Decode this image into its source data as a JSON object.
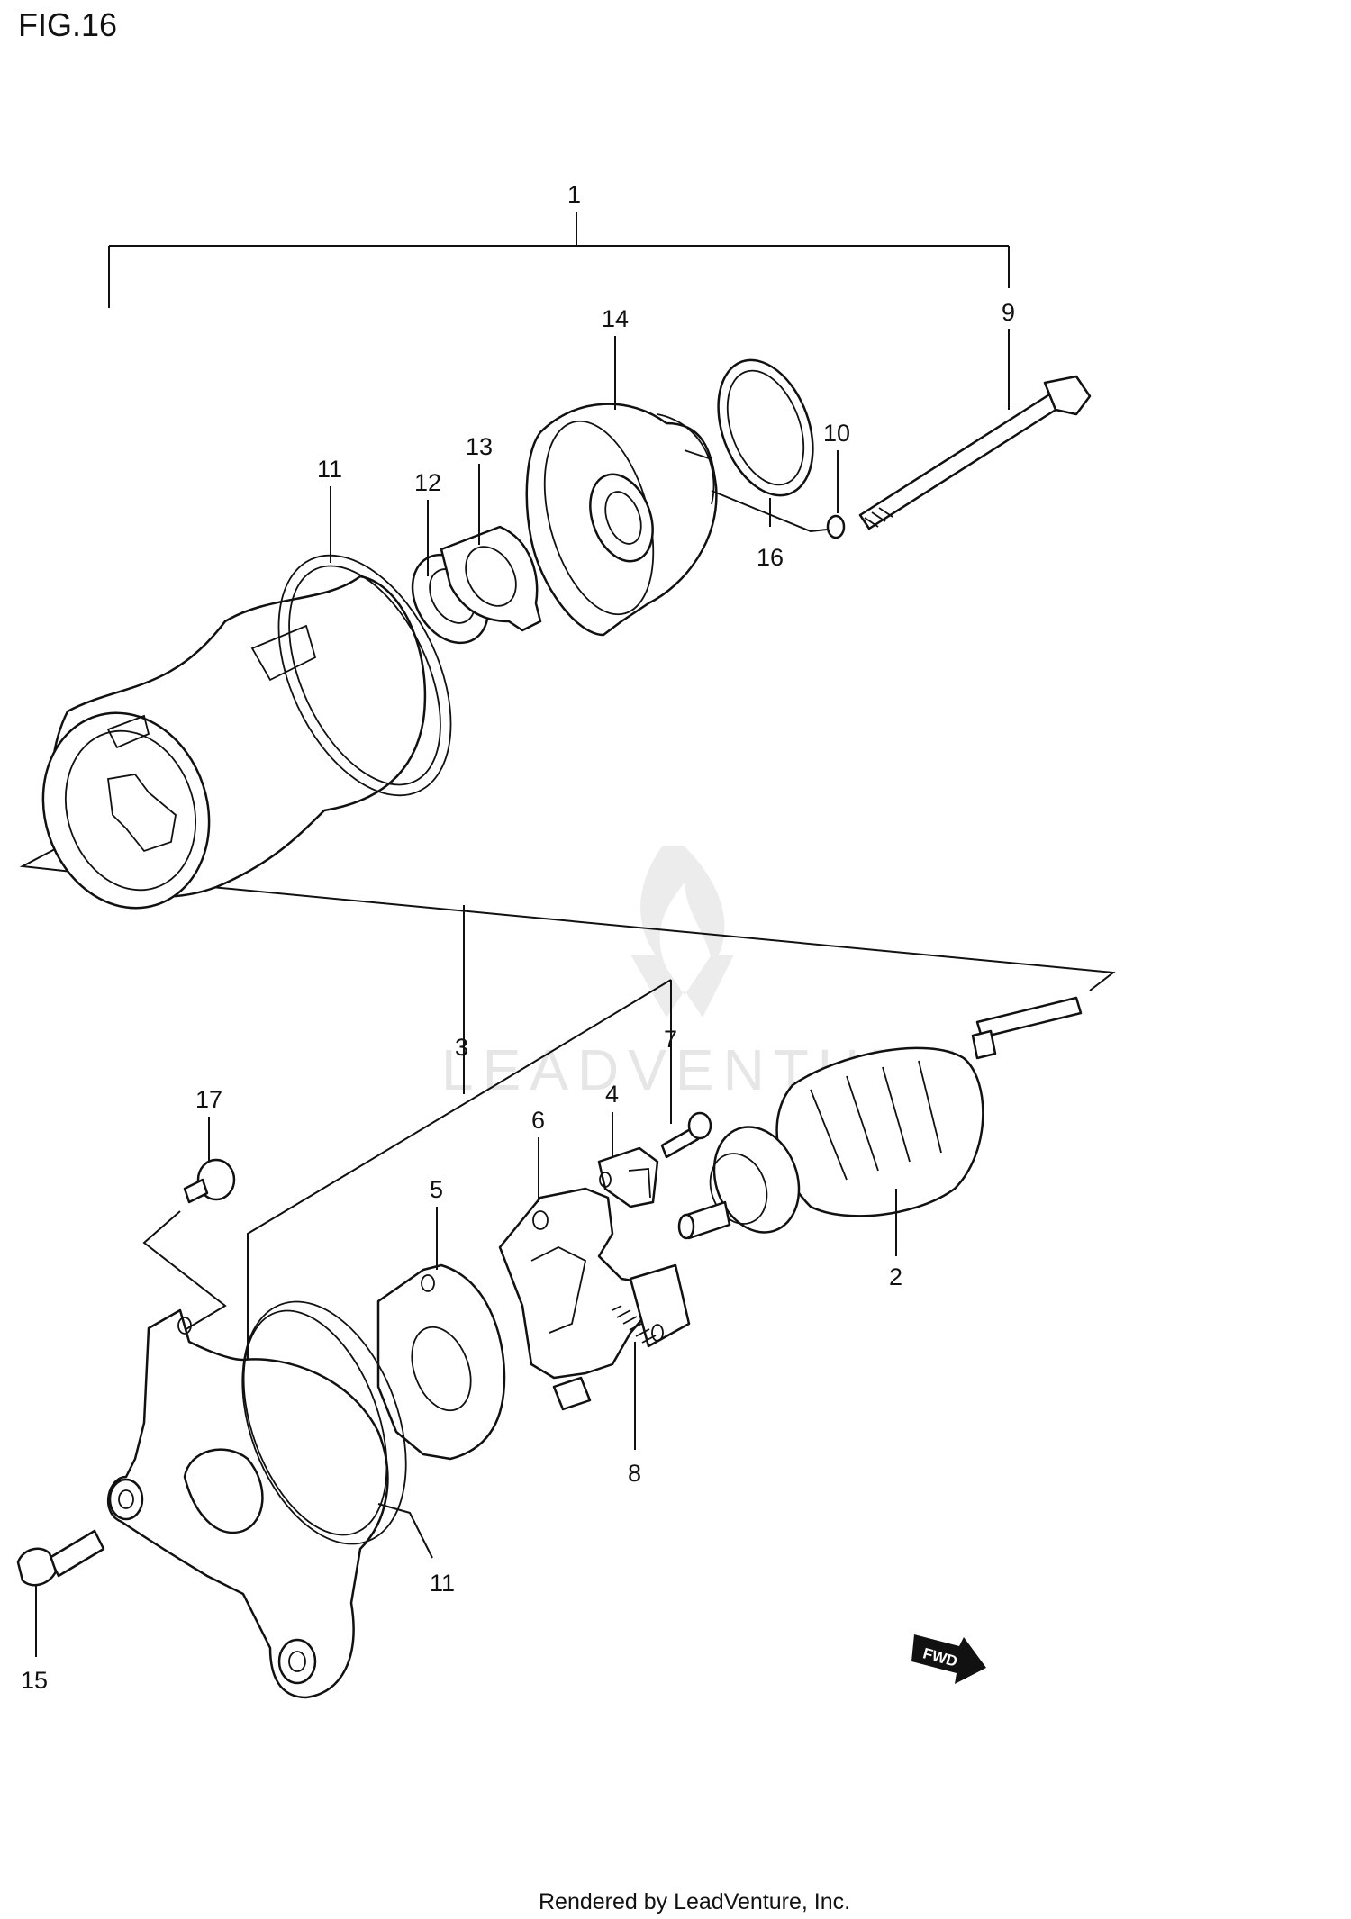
{
  "figure_title": "FIG.16",
  "watermark": "LEADVENTURE",
  "footer": "Rendered by LeadVenture, Inc.",
  "fwd_badge": "FWD",
  "callouts": {
    "c1": "1",
    "c2": "2",
    "c3": "3",
    "c4": "4",
    "c5": "5",
    "c6": "6",
    "c7": "7",
    "c8": "8",
    "c9": "9",
    "c10": "10",
    "c11a": "11",
    "c11b": "11",
    "c12": "12",
    "c13": "13",
    "c14": "14",
    "c15": "15",
    "c16": "16",
    "c17": "17"
  }
}
